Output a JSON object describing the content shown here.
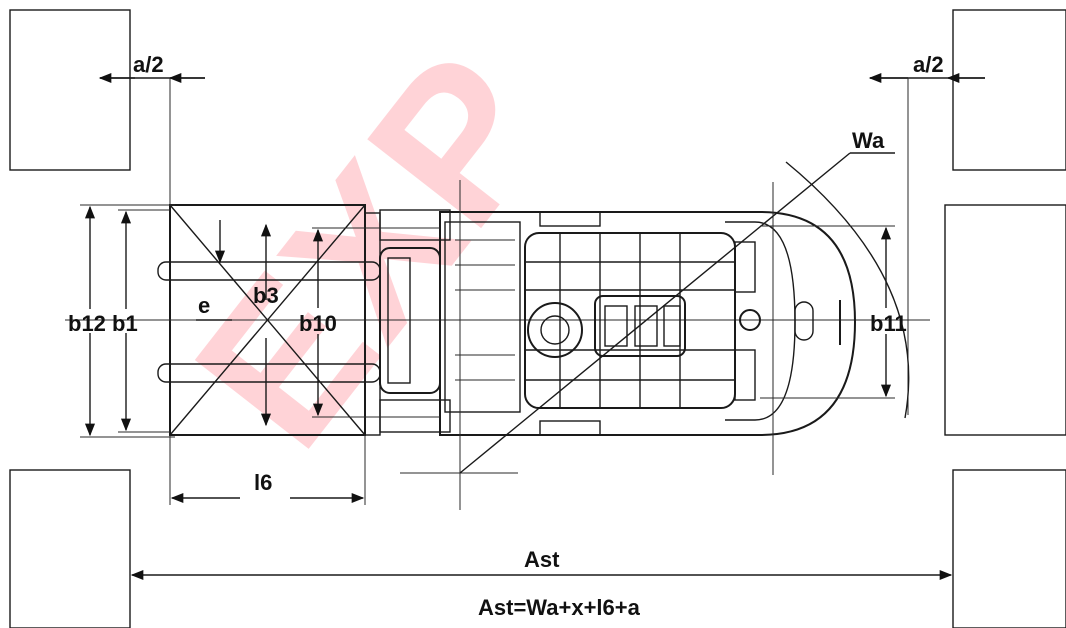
{
  "diagram": {
    "watermark": "EXP",
    "labels": {
      "a_half_left": "a/2",
      "a_half_right": "a/2",
      "wa": "Wa",
      "b12": "b12",
      "b1": "b1",
      "e": "e",
      "b3": "b3",
      "b10": "b10",
      "b11": "b11",
      "l6": "l6",
      "ast": "Ast",
      "formula": "Ast=Wa+x+l6+a"
    }
  }
}
